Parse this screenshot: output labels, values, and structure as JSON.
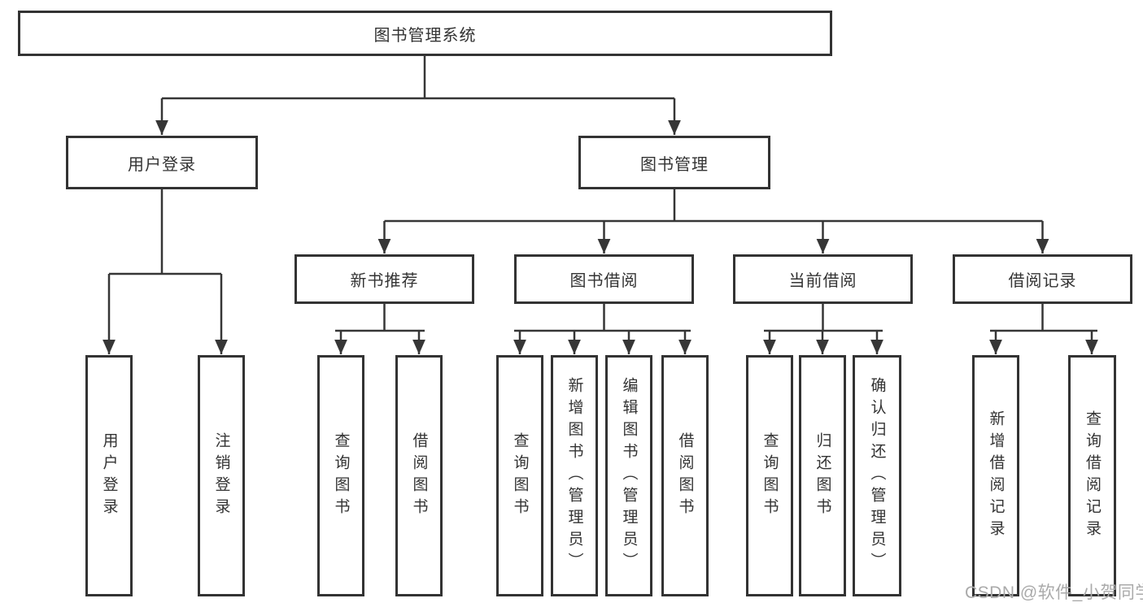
{
  "diagram": {
    "root": {
      "label": "图书管理系统"
    },
    "level2": [
      {
        "label": "用户登录"
      },
      {
        "label": "图书管理"
      }
    ],
    "level3": [
      {
        "label": "新书推荐"
      },
      {
        "label": "图书借阅"
      },
      {
        "label": "当前借阅"
      },
      {
        "label": "借阅记录"
      }
    ],
    "leaves": {
      "user_login": [
        "用户登录",
        "注销登录"
      ],
      "new_books": [
        "查询图书",
        "借阅图书"
      ],
      "book_borrow": [
        "查询图书",
        "新增图书（管理员）",
        "编辑图书（管理员）",
        "借阅图书"
      ],
      "current_borrow": [
        "查询图书",
        "归还图书",
        "确认归还（管理员）"
      ],
      "borrow_records": [
        "新增借阅记录",
        "查询借阅记录"
      ]
    }
  },
  "watermark": "CSDN @软件_小贺同学",
  "colors": {
    "line": "#363636",
    "border": "#333333",
    "text": "#333333",
    "watermark": "#aaaaaa",
    "background": "#ffffff"
  }
}
